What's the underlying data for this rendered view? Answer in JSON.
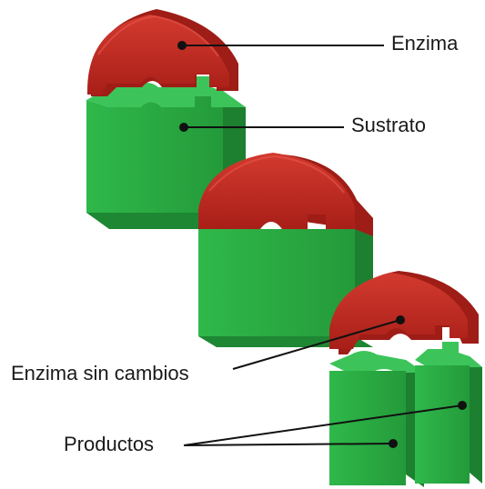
{
  "labels": {
    "enzyme": "Enzima",
    "substrate": "Sustrato",
    "unchanged_enzyme": "Enzima sin cambios",
    "products": "Productos"
  },
  "colors": {
    "enzyme": "#c0281e",
    "substrate": "#27a33e",
    "leader_line": "#111111"
  }
}
